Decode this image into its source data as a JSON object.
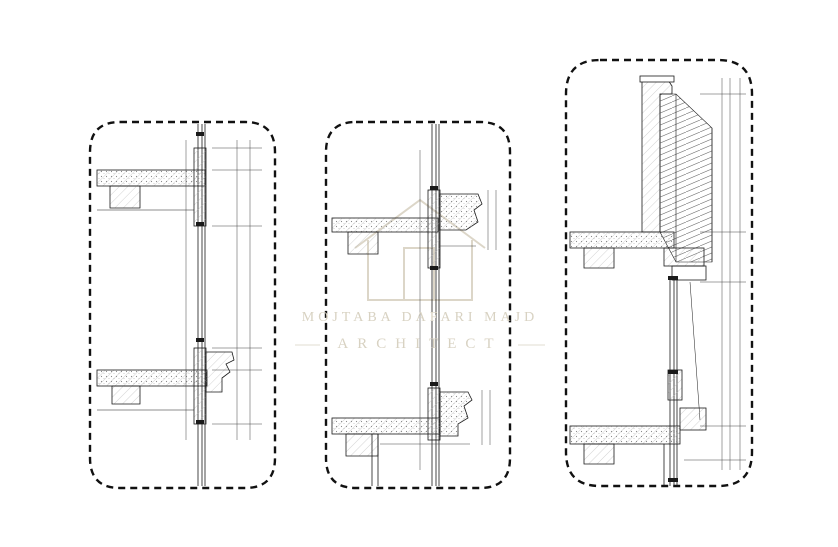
{
  "watermark": {
    "name": "MOJTABA DAFARI MAJD",
    "subtitle": "ARCHITECT",
    "color": "#d8d2c2"
  },
  "colors": {
    "line": "#1a1a1a",
    "hatch": "#9a9a9a",
    "border": "#111111"
  },
  "details": [
    {
      "id": "left",
      "label": "",
      "icon": "section-detail-left"
    },
    {
      "id": "middle",
      "label": "",
      "icon": "section-detail-middle"
    },
    {
      "id": "right",
      "label": "",
      "icon": "section-detail-right"
    }
  ]
}
